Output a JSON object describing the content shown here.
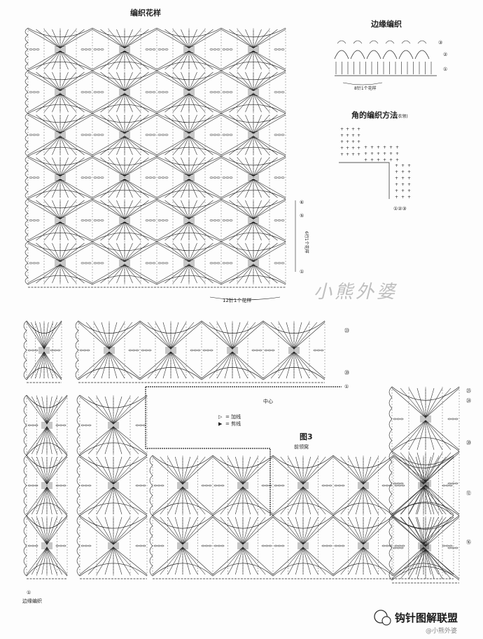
{
  "main_pattern": {
    "title": "编织花样",
    "repeat_label": "12针1个花样",
    "row_repeat_label": "6行1个花样",
    "row_markers": [
      "⑥",
      "⑤",
      "①"
    ]
  },
  "edge_pattern": {
    "title": "边缘编织",
    "repeat_label": "8针1个花样",
    "row_markers": [
      "③",
      "②",
      "①"
    ]
  },
  "corner": {
    "title": "角的编织方法",
    "note": "(衣领)",
    "row_markers": [
      "①②③"
    ]
  },
  "figure3": {
    "figure_label": "图3",
    "caption": "前领窝",
    "center_label": "中心",
    "legend": [
      {
        "symbol": "▷",
        "text": "= 加线"
      },
      {
        "symbol": "▶",
        "text": "= 剪线"
      }
    ],
    "edge_label": "边缘编织",
    "top_markers": [
      "㉓",
      "⑳",
      "①"
    ],
    "right_markers": [
      "㉕",
      "㉔",
      "⑳",
      "⑫",
      "⑯"
    ],
    "bottom_marker": "①"
  },
  "watermark": "小熊外婆",
  "brand": {
    "name": "钩针图解联盟",
    "handle": "@小熊外婆"
  },
  "colors": {
    "ink": "#222222",
    "paper": "#fdfdfd",
    "watermark": "#bfbfbf"
  }
}
